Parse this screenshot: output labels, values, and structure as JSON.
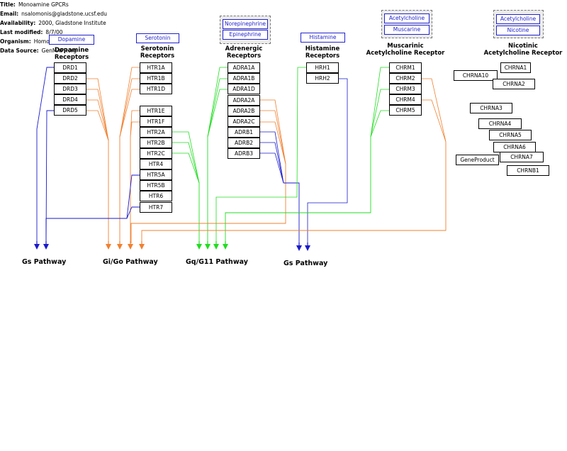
{
  "meta": {
    "title_k": "Title:",
    "title_v": "Monoamine GPCRs",
    "email_k": "Email:",
    "email_v": "nsalomonis@gladstone.ucsf.edu",
    "avail_k": "Availability:",
    "avail_v": "2000, Gladstone Institute",
    "mod_k": "Last modified:",
    "mod_v": "8/7/00",
    "org_k": "Organism:",
    "org_v": "Homo sapiens",
    "src_k": "Data Source:",
    "src_v": "GenMAPP.org"
  },
  "ligands": {
    "dopamine": "Dopamine",
    "serotonin": "Serotonin",
    "norepinephrine": "Norepinephrine",
    "epinephrine": "Epinephrine",
    "histamine": "Histamine",
    "acetylcholine_m": "Acetylcholine",
    "muscarine": "Muscarine",
    "acetylcholine_n": "Acetylcholine",
    "nicotine": "Nicotine"
  },
  "headings": {
    "dopamine": [
      "Dopamine",
      "Receptors"
    ],
    "serotonin": [
      "Serotonin",
      "Receptors"
    ],
    "adrenergic": [
      "Adrenergic",
      "Receptors"
    ],
    "histamine": [
      "Histamine",
      "Receptors"
    ],
    "muscarinic": [
      "Muscarinic",
      "Acetylcholine Receptor"
    ],
    "nicotinic": [
      "Nicotinic",
      "Acetylcholine Receptor"
    ]
  },
  "genes": {
    "dopamine": [
      "DRD1",
      "DRD2",
      "DRD3",
      "DRD4",
      "DRD5"
    ],
    "serotonin_a": [
      "HTR1A",
      "HTR1B",
      "HTR1D"
    ],
    "serotonin_b": [
      "HTR1E",
      "HTR1F",
      "HTR2A",
      "HTR2B",
      "HTR2C",
      "HTR4",
      "HTR5A",
      "HTR5B",
      "HTR6",
      "HTR7"
    ],
    "adrenergic": [
      "ADRA1A",
      "ADRA1B",
      "ADRA1D",
      "ADRA2A",
      "ADRA2B",
      "ADRA2C",
      "ADRB1",
      "ADRB2",
      "ADRB3"
    ],
    "histamine": [
      "HRH1",
      "HRH2"
    ],
    "muscarinic": [
      "CHRM1",
      "CHRM2",
      "CHRM3",
      "CHRM4",
      "CHRM5"
    ],
    "nicotinic": [
      "CHRNA1",
      "CHRNA10",
      "CHRNA2",
      "CHRNA3",
      "CHRNA4",
      "CHRNA5",
      "CHRNA6",
      "GeneProduct",
      "CHRNA7",
      "CHRNB1"
    ]
  },
  "pathways": {
    "gs_left": "Gs Pathway",
    "gi": "Gi/Go Pathway",
    "gq": "Gq/G11 Pathway",
    "gs_right": "Gs Pathway"
  },
  "colors": {
    "gs": "#1a1acc",
    "gi": "#f08030",
    "gq": "#22dd22",
    "label": "#2222cc"
  }
}
